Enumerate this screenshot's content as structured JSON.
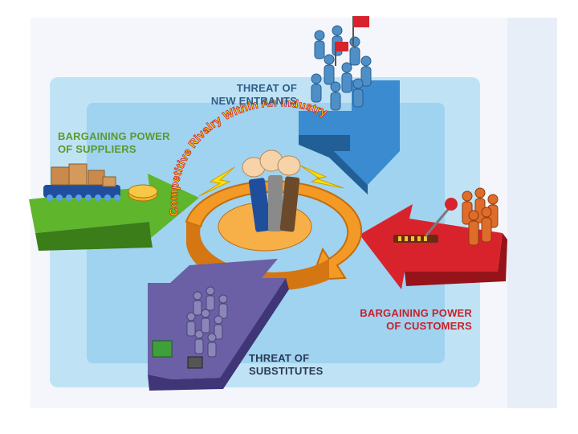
{
  "diagram": {
    "title_arc": "Competitive Rivalry Within An Industry",
    "forces": {
      "new_entrants": {
        "line1": "THREAT OF",
        "line2": "NEW ENTRANTS",
        "color": "#3a8bd0"
      },
      "suppliers": {
        "line1": "BARGAINING POWER",
        "line2": "OF SUPPLIERS",
        "color": "#5fb52c"
      },
      "customers": {
        "line1": "BARGAINING POWER",
        "line2": "OF CUSTOMERS",
        "color": "#d9232c"
      },
      "substitutes": {
        "line1": "THREAT OF",
        "line2": "SUBSTITUTES",
        "color": "#6b5fa6"
      }
    },
    "colors": {
      "outer_bg": "#bfe3f5",
      "inner_bg": "#9fd3ef",
      "center": "#f39a26",
      "arc_text_fill": "#f7e400",
      "arc_text_outline": "#d4202a"
    }
  }
}
